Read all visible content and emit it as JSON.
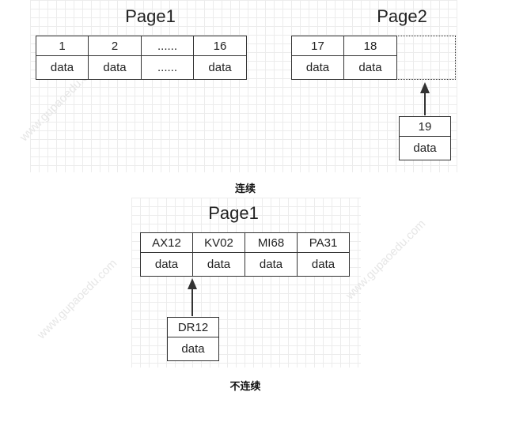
{
  "top": {
    "page1": {
      "title": "Page1",
      "keys": [
        "1",
        "2",
        "......",
        "16"
      ],
      "values": [
        "data",
        "data",
        "......",
        "data"
      ]
    },
    "page2": {
      "title": "Page2",
      "keys": [
        "17",
        "18"
      ],
      "values": [
        "data",
        "data"
      ]
    },
    "incoming": {
      "key": "19",
      "value": "data"
    },
    "caption": "连续"
  },
  "bottom": {
    "page": {
      "title": "Page1",
      "keys": [
        "AX12",
        "KV02",
        "MI68",
        "PA31"
      ],
      "values": [
        "data",
        "data",
        "data",
        "data"
      ]
    },
    "incoming": {
      "key": "DR12",
      "value": "data"
    },
    "caption": "不连续"
  },
  "watermark": "www.gupaoedu.com"
}
